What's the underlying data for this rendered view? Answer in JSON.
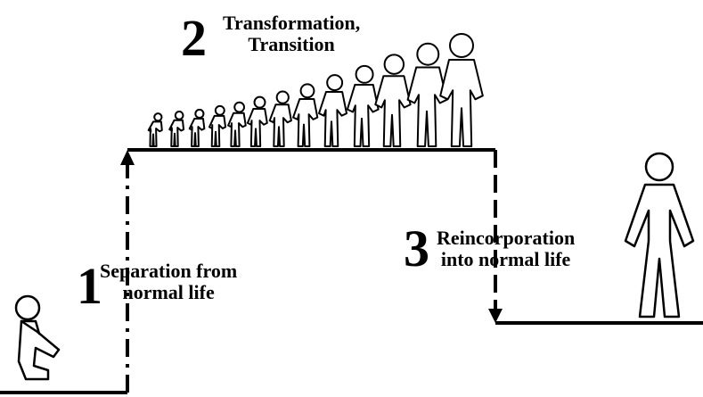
{
  "stages": [
    {
      "number": "1",
      "line1": "Separation from",
      "line2": "normal life"
    },
    {
      "number": "2",
      "line1": "Transformation,",
      "line2": "Transition"
    },
    {
      "number": "3",
      "line1": "Reincorporation",
      "line2": "into normal life"
    }
  ],
  "colors": {
    "line": "#000000",
    "figure_stroke": "#000000",
    "figure_fill": "#ffffff"
  },
  "icons": {
    "sitting": "sitting-person-icon",
    "standing": "standing-person-icon",
    "rising": "rising-person-icon"
  }
}
